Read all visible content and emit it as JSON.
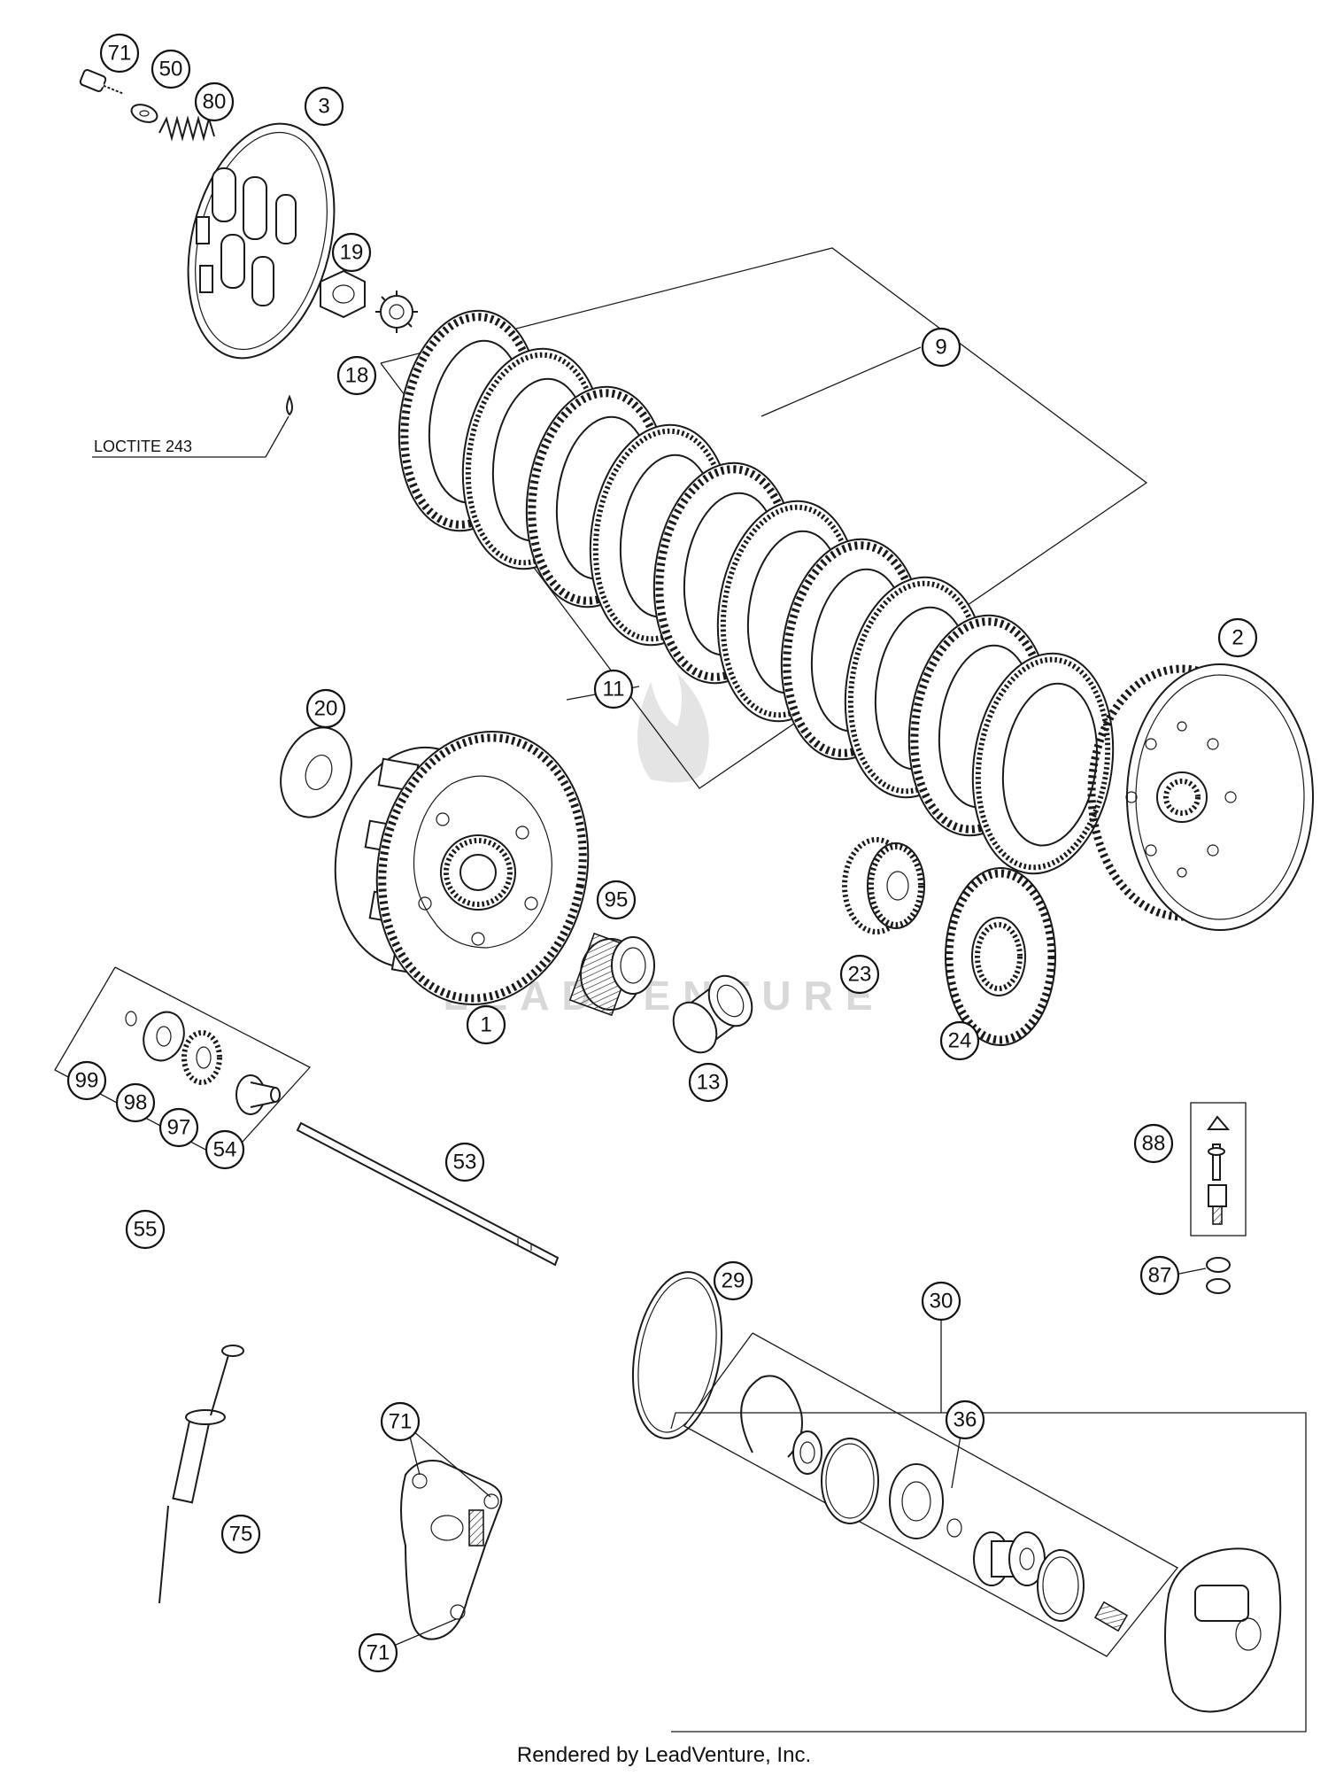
{
  "callouts": [
    {
      "id": "c71a",
      "label": "71"
    },
    {
      "id": "c50",
      "label": "50"
    },
    {
      "id": "c80",
      "label": "80"
    },
    {
      "id": "c3",
      "label": "3"
    },
    {
      "id": "c19",
      "label": "19"
    },
    {
      "id": "c18",
      "label": "18"
    },
    {
      "id": "c9",
      "label": "9"
    },
    {
      "id": "c11",
      "label": "11"
    },
    {
      "id": "c2",
      "label": "2"
    },
    {
      "id": "c20",
      "label": "20"
    },
    {
      "id": "c95",
      "label": "95"
    },
    {
      "id": "c1",
      "label": "1"
    },
    {
      "id": "c13",
      "label": "13"
    },
    {
      "id": "c23",
      "label": "23"
    },
    {
      "id": "c24",
      "label": "24"
    },
    {
      "id": "c99",
      "label": "99"
    },
    {
      "id": "c98",
      "label": "98"
    },
    {
      "id": "c97",
      "label": "97"
    },
    {
      "id": "c54",
      "label": "54"
    },
    {
      "id": "c55",
      "label": "55"
    },
    {
      "id": "c53",
      "label": "53"
    },
    {
      "id": "c88",
      "label": "88"
    },
    {
      "id": "c87",
      "label": "87"
    },
    {
      "id": "c29",
      "label": "29"
    },
    {
      "id": "c30",
      "label": "30"
    },
    {
      "id": "c36",
      "label": "36"
    },
    {
      "id": "c71b",
      "label": "71"
    },
    {
      "id": "c75",
      "label": "75"
    },
    {
      "id": "c71c",
      "label": "71"
    }
  ],
  "note": "LOCTITE 243",
  "watermark": "LEADVENTURE",
  "credit": "Rendered by LeadVenture, Inc."
}
